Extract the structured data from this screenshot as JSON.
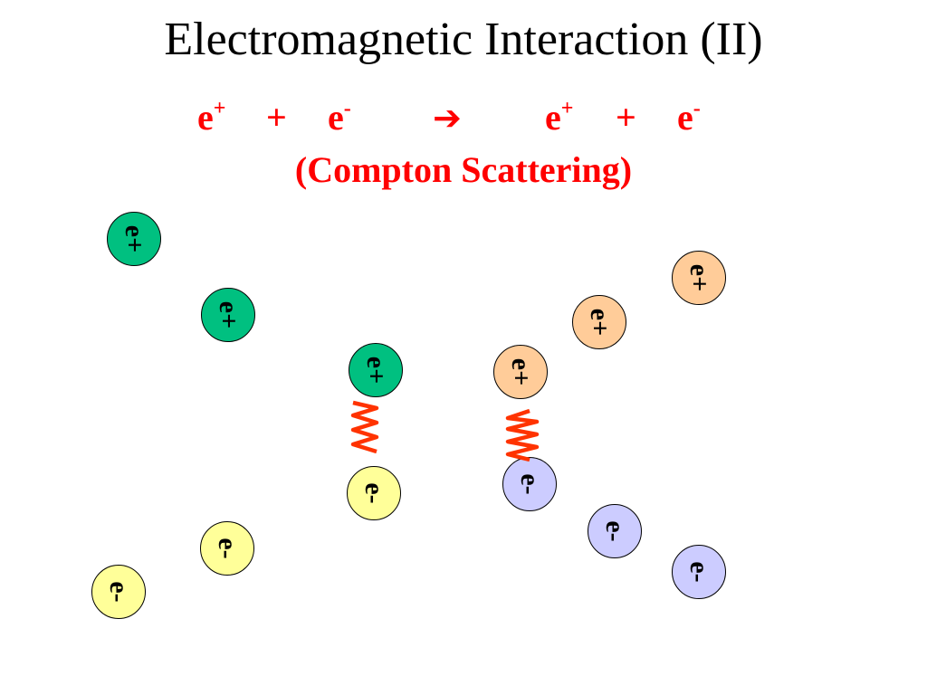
{
  "title": "Electromagnetic Interaction (II)",
  "reaction": {
    "lhs_positron": "e",
    "lhs_positron_sup": "+",
    "lhs_plus": "+",
    "lhs_electron": "e",
    "lhs_electron_sup": "-",
    "arrow": "➔",
    "rhs_positron": "e",
    "rhs_positron_sup": "+",
    "rhs_plus": "+",
    "rhs_electron": "e",
    "rhs_electron_sup": "-"
  },
  "subtitle": "(Compton Scattering)",
  "colors": {
    "text_red": "#ff0000",
    "positron_incoming": "#00c080",
    "positron_outgoing": "#ffcc99",
    "electron_incoming": "#ffff99",
    "electron_outgoing": "#ccccff",
    "photon_wave": "#ff3300"
  },
  "particles": {
    "positron_label": "e+",
    "electron_label": "e-"
  }
}
